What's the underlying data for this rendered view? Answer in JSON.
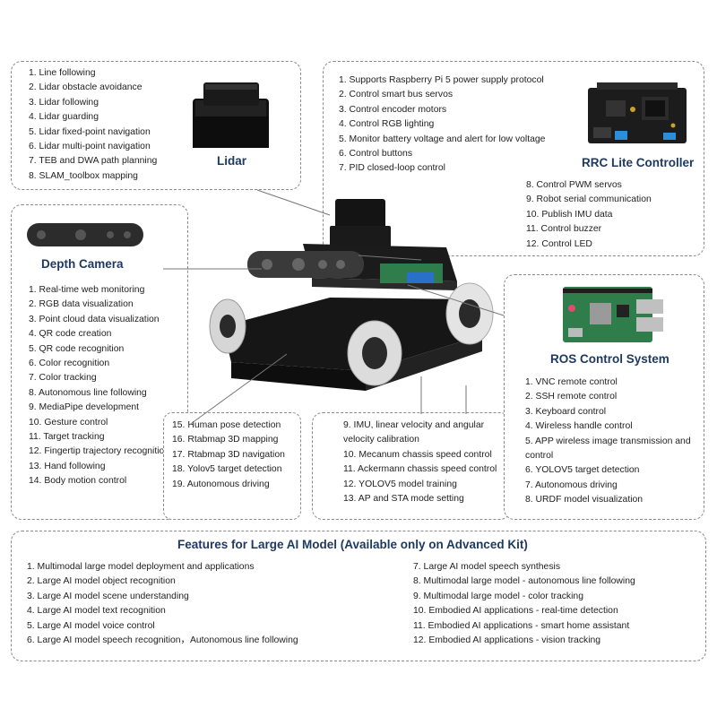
{
  "lidar": {
    "title": "Lidar",
    "items": [
      "1. Line following",
      "2. Lidar obstacle avoidance",
      "3. Lidar following",
      "4. Lidar guarding",
      "5. Lidar fixed-point navigation",
      "6. Lidar multi-point navigation",
      "7. TEB and DWA path planning",
      "8. SLAM_toolbox mapping"
    ]
  },
  "rrc": {
    "title": "RRC Lite Controller",
    "items": [
      "1. Supports Raspberry Pi 5 power supply protocol",
      "2. Control smart bus servos",
      "3.  Control encoder motors",
      "4. Control RGB lighting",
      "5. Monitor battery voltage and alert for low voltage",
      "6. Control buttons",
      "7. PID closed-loop control"
    ],
    "items2": [
      "8. Control PWM servos",
      "9. Robot serial communication",
      "10.  Publish IMU data",
      "11. Control buzzer",
      "12. Control LED"
    ]
  },
  "depth_camera": {
    "title": "Depth Camera",
    "items": [
      "1. Real-time web monitoring",
      "2. RGB data visualization",
      "3. Point cloud data visualization",
      "4. QR code creation",
      "5. QR code recognition",
      "6. Color recognition",
      "7. Color tracking",
      "8. Autonomous line following",
      "9. MediaPipe development",
      "10. Gesture control",
      "11. Target tracking",
      "12. Fingertip trajectory recognition",
      "13. Hand following",
      "14. Body motion control"
    ],
    "items2": [
      "15. Human pose detection",
      "16. Rtabmap 3D mapping",
      "17. Rtabmap 3D navigation",
      "18. Yolov5 target detection",
      "19. Autonomous driving"
    ]
  },
  "chassis": {
    "items": [
      "9. IMU, linear velocity and angular velocity calibration",
      "10. Mecanum chassis speed control",
      "11. Ackermann chassis speed control",
      "12. YOLOV5 model training",
      "13.  AP and STA mode setting"
    ]
  },
  "ros": {
    "title": "ROS Control System",
    "items": [
      "1. VNC remote control",
      "2. SSH remote control",
      "3. Keyboard control",
      "4. Wireless handle control",
      "5. APP wireless image transmission and control",
      "6. YOLOV5 target detection",
      "7. Autonomous driving",
      "8. URDF model visualization"
    ]
  },
  "ai": {
    "title": "Features for Large AI Model (Available only on Advanced Kit)",
    "left": [
      "1. Multimodal large model deployment and applications",
      "2. Large AI model object recognition",
      "3. Large AI model scene understanding",
      "4. Large AI model text recognition",
      "5. Large AI model voice control",
      "6. Large AI model speech recognition，Autonomous line following"
    ],
    "right": [
      "7. Large AI model speech synthesis",
      "8.  Multimodal large model - autonomous line following",
      "9.  Multimodal large model - color tracking",
      "10. Embodied AI applications - real-time detection",
      "11. Embodied AI applications - smart home assistant",
      "12. Embodied AI applications - vision tracking"
    ]
  },
  "colors": {
    "title": "#1f3a60",
    "text": "#222222",
    "border": "#8a8a8a",
    "board_black": "#1c1c1c",
    "board_green": "#2e7d4a",
    "chassis": "#1a1a1a",
    "wheel_white": "#e8e8e8"
  }
}
